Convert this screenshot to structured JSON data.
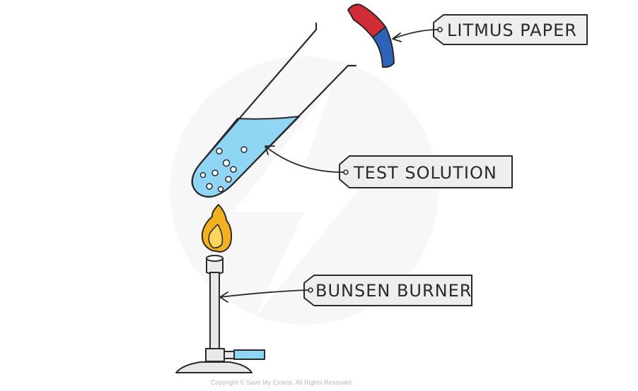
{
  "labels": {
    "litmus": "LITMUS PAPER",
    "solution": "TEST SOLUTION",
    "burner": "BUNSEN BURNER"
  },
  "footer": {
    "copyright": "Copyright © Save My Exams. All Rights Reserved"
  },
  "colors": {
    "litmus_red": "#d32b35",
    "litmus_blue": "#2d63b9",
    "solution": "#8fd6f5",
    "flame_outer": "#f4b11e",
    "flame_inner": "#fcd55a",
    "burner_body": "#e8e8e8",
    "gas_pipe": "#8fd6f5",
    "tag_fill": "#eeeeee",
    "outline": "#2a2a2a"
  },
  "icons": {
    "flame": "flame-icon",
    "bubbles": "bubble-icon"
  }
}
